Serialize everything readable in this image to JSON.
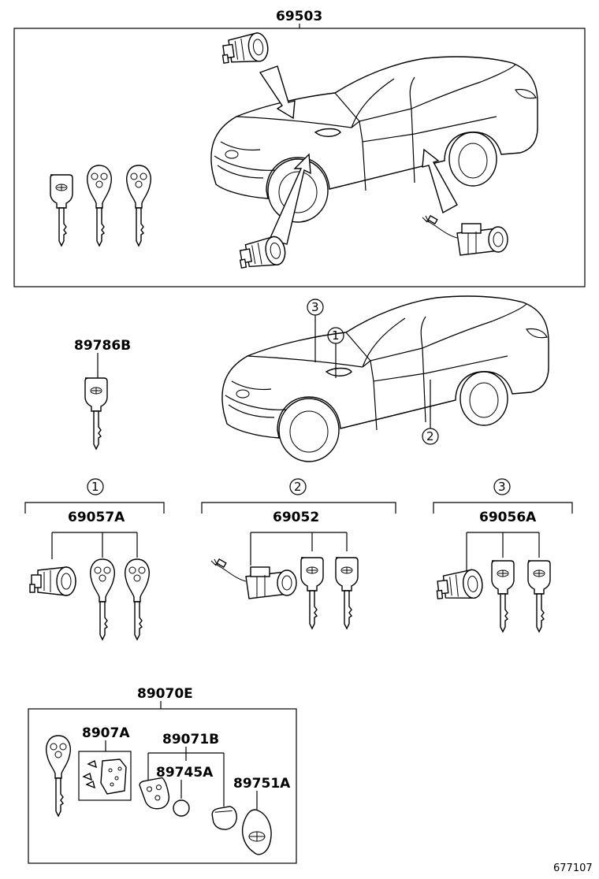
{
  "labels": {
    "assy_top": "69503",
    "key_blank": "89786B",
    "set_1": "69057A",
    "set_2": "69052",
    "set_3": "69056A",
    "remote_assy": "89070E",
    "remote_board": "8907A",
    "remote_case": "89071B",
    "battery": "89745A",
    "cover": "89751A",
    "ref_number": "677107"
  },
  "callouts": {
    "c1": "1",
    "c2": "2",
    "c3": "3"
  }
}
